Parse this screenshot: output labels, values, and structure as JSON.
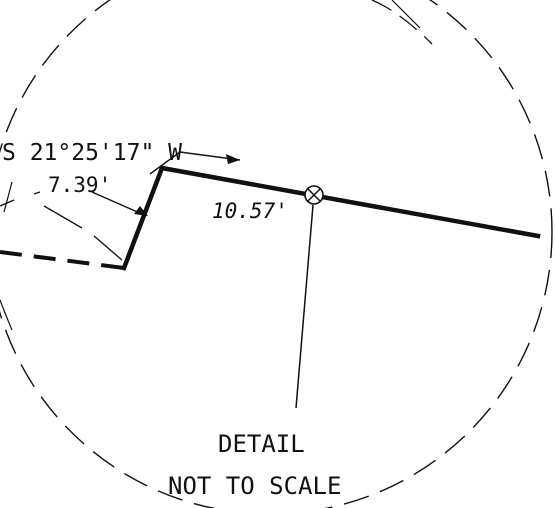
{
  "drawing": {
    "bearing_label": "S 21°25'17\" W",
    "distance_short": "7.39'",
    "distance_long": "10.57'",
    "detail_label": "DETAIL",
    "scale_note": "NOT TO SCALE"
  },
  "colors": {
    "ink": "#111111",
    "paper": "#ffffff"
  }
}
